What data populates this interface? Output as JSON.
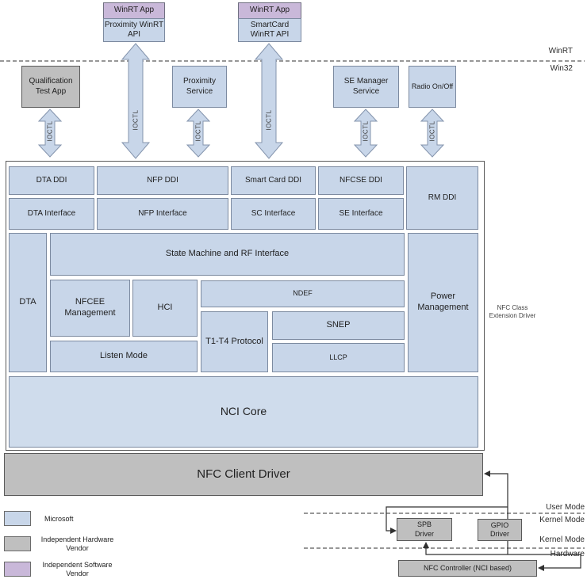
{
  "labels": {
    "winrt": "WinRT",
    "win32": "Win32",
    "user_mode": "User Mode",
    "kernel_mode_top": "Kernel Mode",
    "kernel_mode_bottom": "Kernel Mode",
    "hardware": "Hardware",
    "ioctl": "IOCTL",
    "extension_driver_line1": "NFC Class",
    "extension_driver_line2": "Extension Driver"
  },
  "top": {
    "winrt_app_1": {
      "header": "WinRT App",
      "api": "Proximity WinRT API"
    },
    "winrt_app_2": {
      "header": "WinRT App",
      "api": "SmartCard WinRT API"
    },
    "qualification_test_app": "Qualification Test App",
    "proximity_service": "Proximity Service",
    "se_manager_service": "SE Manager Service",
    "radio_on_off": "Radio On/Off"
  },
  "ddi_layer": {
    "dta_ddi": "DTA DDI",
    "nfp_ddi": "NFP DDI",
    "smart_card_ddi": "Smart Card DDI",
    "nfcse_ddi": "NFCSE DDI",
    "rm_ddi": "RM DDI",
    "dta_interface": "DTA Interface",
    "nfp_interface": "NFP Interface",
    "sc_interface": "SC Interface",
    "se_interface": "SE Interface"
  },
  "core_layer": {
    "dta": "DTA",
    "state_machine": "State Machine and RF Interface",
    "nfcee_management": "NFCEE Management",
    "hci": "HCI",
    "ndef": "NDEF",
    "t1_t4": "T1-T4 Protocol",
    "snep": "SNEP",
    "llcp": "LLCP",
    "listen_mode": "Listen Mode",
    "power_management": "Power Management",
    "nci_core": "NCI Core"
  },
  "drivers": {
    "nfc_client_driver": "NFC Client Driver",
    "spb_driver": "SPB Driver",
    "gpio_driver": "GPIO Driver",
    "nfc_controller": "NFC Controller (NCI based)"
  },
  "legend": {
    "items": [
      {
        "label": "Microsoft",
        "color": "#c8d6e9"
      },
      {
        "label": "Independent Hardware Vendor",
        "color": "#bfbfbf"
      },
      {
        "label": "Independent Software Vendor",
        "color": "#c9b8d9"
      }
    ]
  },
  "colors": {
    "microsoft_blue": "#c8d6e9",
    "ihv_gray": "#bfbfbf",
    "isv_purple": "#c9b8d9",
    "arrow_fill": "#c8d6e9",
    "arrow_stroke": "#8494ad",
    "line": "#303030"
  }
}
